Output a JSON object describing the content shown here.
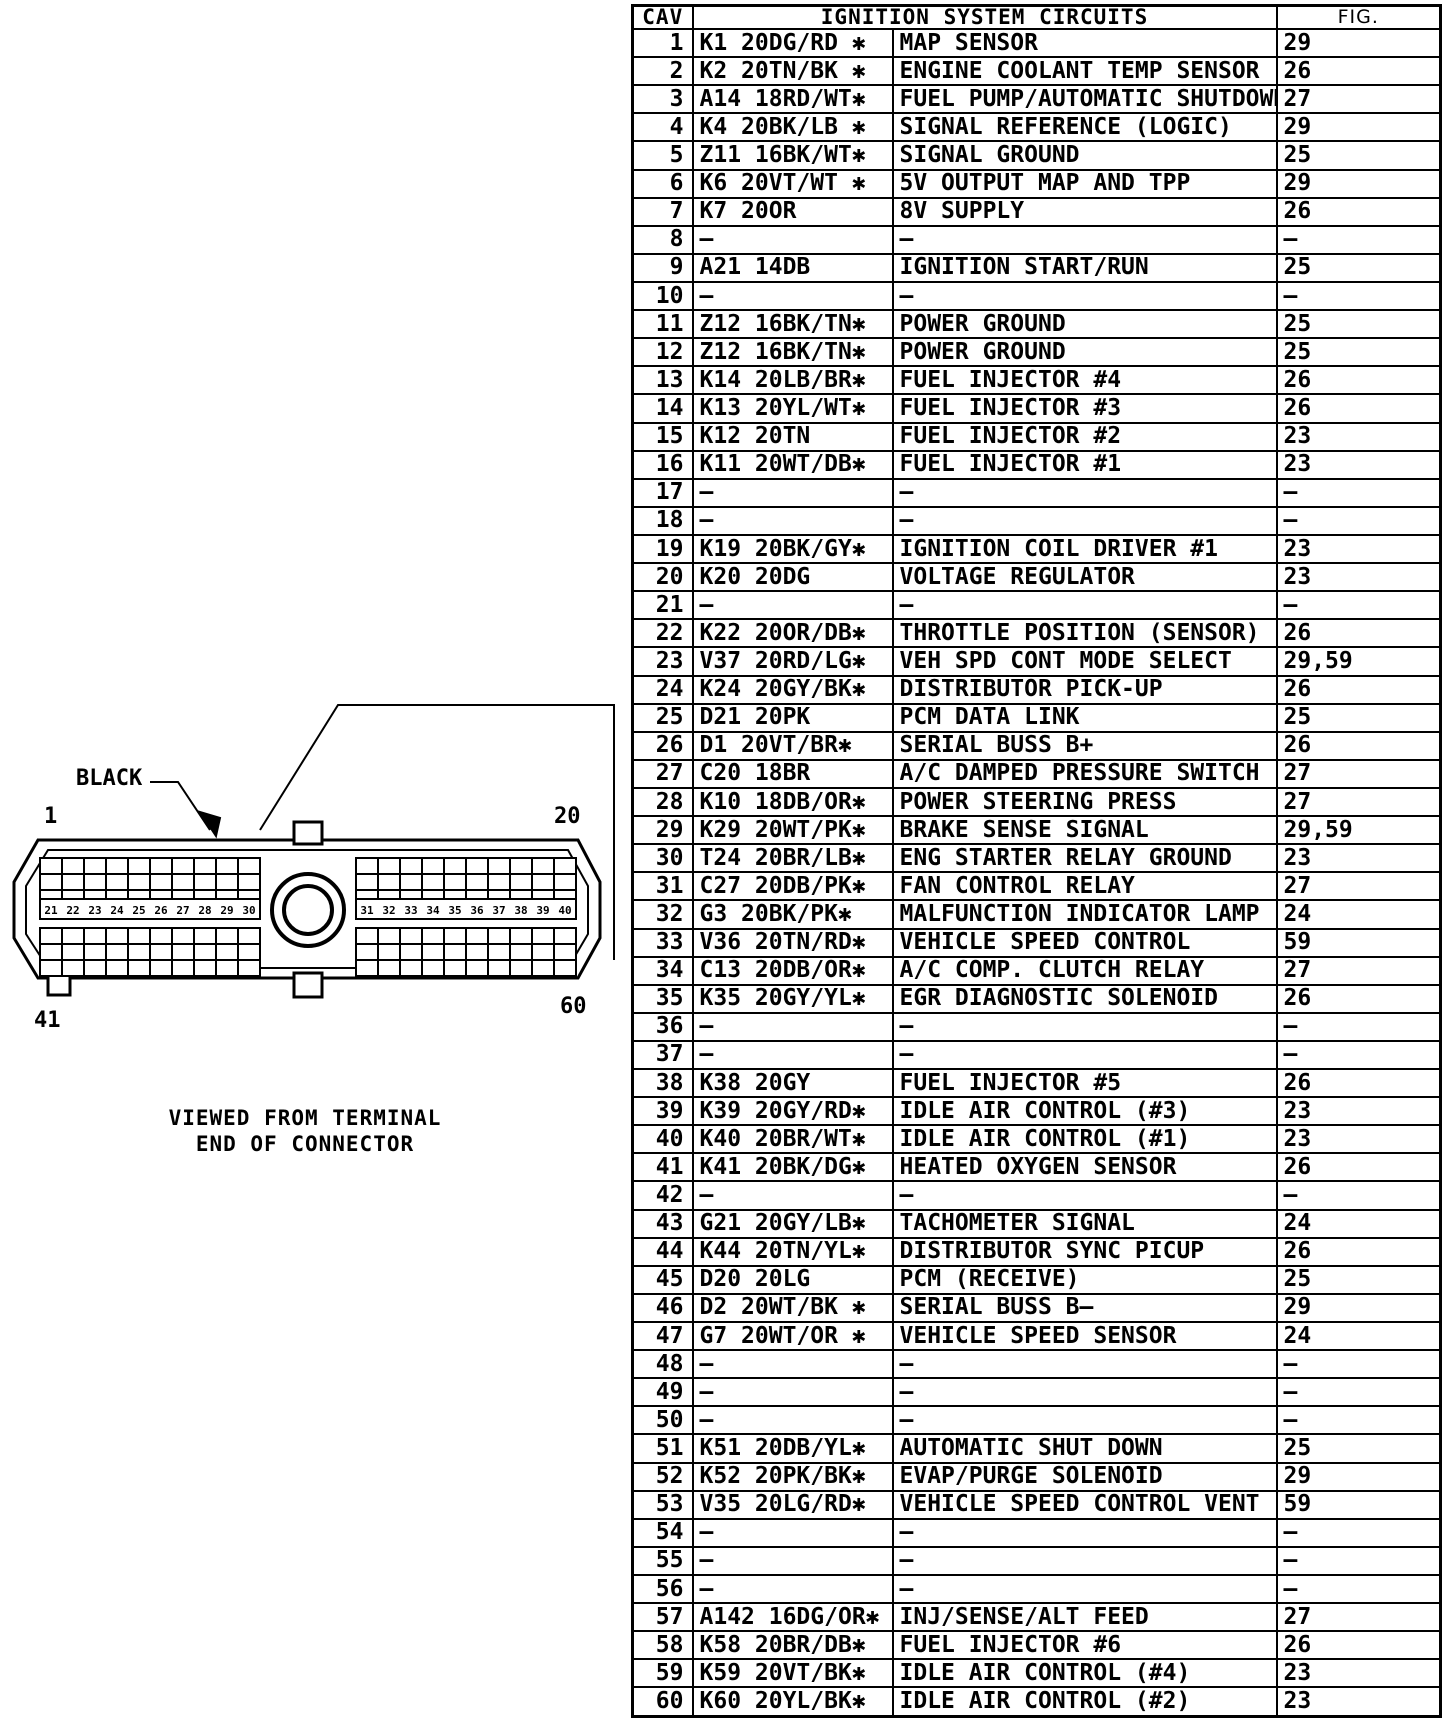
{
  "diagram": {
    "connector_color_label": "BLACK",
    "pin_labels": {
      "top_left": "1",
      "top_right": "20",
      "bottom_left": "41",
      "bottom_right": "60"
    },
    "left_block_numbers": [
      "21",
      "22",
      "23",
      "24",
      "25",
      "26",
      "27",
      "28",
      "29",
      "30"
    ],
    "right_block_numbers": [
      "31",
      "32",
      "33",
      "34",
      "35",
      "36",
      "37",
      "38",
      "39",
      "40"
    ],
    "caption_line1": "VIEWED FROM TERMINAL",
    "caption_line2": "END OF CONNECTOR"
  },
  "table": {
    "headers": {
      "cav": "CAV",
      "circuit": "IGNITION SYSTEM CIRCUITS",
      "fig": "FIG."
    },
    "rows": [
      [
        "1",
        "K1 20DG/RD ✱",
        "MAP SENSOR",
        "29"
      ],
      [
        "2",
        "K2 20TN/BK ✱",
        "ENGINE COOLANT TEMP SENSOR",
        "26"
      ],
      [
        "3",
        "A14 18RD/WT✱",
        "FUEL PUMP/AUTOMATIC SHUTDOWN",
        "27"
      ],
      [
        "4",
        "K4 20BK/LB ✱",
        "SIGNAL REFERENCE (LOGIC)",
        "29"
      ],
      [
        "5",
        "Z11 16BK/WT✱",
        "SIGNAL GROUND",
        "25"
      ],
      [
        "6",
        "K6 20VT/WT ✱",
        "5V OUTPUT MAP AND TPP",
        "29"
      ],
      [
        "7",
        "K7 20OR",
        "8V SUPPLY",
        "26"
      ],
      [
        "8",
        "—",
        "—",
        "—"
      ],
      [
        "9",
        "A21 14DB",
        "IGNITION START/RUN",
        "25"
      ],
      [
        "10",
        "—",
        "—",
        "—"
      ],
      [
        "11",
        "Z12 16BK/TN✱",
        "POWER GROUND",
        "25"
      ],
      [
        "12",
        "Z12 16BK/TN✱",
        "POWER GROUND",
        "25"
      ],
      [
        "13",
        "K14 20LB/BR✱",
        "FUEL INJECTOR #4",
        "26"
      ],
      [
        "14",
        "K13 20YL/WT✱",
        "FUEL INJECTOR #3",
        "26"
      ],
      [
        "15",
        "K12 20TN",
        "FUEL INJECTOR #2",
        "23"
      ],
      [
        "16",
        "K11 20WT/DB✱",
        "FUEL INJECTOR #1",
        "23"
      ],
      [
        "17",
        "—",
        "—",
        "—"
      ],
      [
        "18",
        "—",
        "—",
        "—"
      ],
      [
        "19",
        "K19 20BK/GY✱",
        "IGNITION COIL DRIVER #1",
        "23"
      ],
      [
        "20",
        "K20 20DG",
        "VOLTAGE REGULATOR",
        "23"
      ],
      [
        "21",
        "—",
        "—",
        "—"
      ],
      [
        "22",
        "K22 20OR/DB✱",
        "THROTTLE POSITION (SENSOR)",
        "26"
      ],
      [
        "23",
        "V37 20RD/LG✱",
        "VEH SPD CONT MODE SELECT",
        "29,59"
      ],
      [
        "24",
        "K24 20GY/BK✱",
        "DISTRIBUTOR PICK-UP",
        "26"
      ],
      [
        "25",
        "D21 20PK",
        "PCM DATA LINK",
        "25"
      ],
      [
        "26",
        "D1 20VT/BR✱",
        "SERIAL BUSS B+",
        "26"
      ],
      [
        "27",
        "C20 18BR",
        "A/C DAMPED PRESSURE SWITCH",
        "27"
      ],
      [
        "28",
        "K10 18DB/OR✱",
        "POWER STEERING PRESS",
        "27"
      ],
      [
        "29",
        "K29 20WT/PK✱",
        "BRAKE SENSE SIGNAL",
        "29,59"
      ],
      [
        "30",
        "T24 20BR/LB✱",
        "ENG STARTER RELAY GROUND",
        "23"
      ],
      [
        "31",
        "C27 20DB/PK✱",
        "FAN CONTROL RELAY",
        "27"
      ],
      [
        "32",
        "G3 20BK/PK✱",
        "MALFUNCTION INDICATOR LAMP",
        "24"
      ],
      [
        "33",
        "V36 20TN/RD✱",
        "VEHICLE SPEED CONTROL",
        "59"
      ],
      [
        "34",
        "C13 20DB/OR✱",
        "A/C COMP. CLUTCH RELAY",
        "27"
      ],
      [
        "35",
        "K35 20GY/YL✱",
        "EGR DIAGNOSTIC SOLENOID",
        "26"
      ],
      [
        "36",
        "—",
        "—",
        "—"
      ],
      [
        "37",
        "—",
        "—",
        "—"
      ],
      [
        "38",
        "K38 20GY",
        "FUEL INJECTOR #5",
        "26"
      ],
      [
        "39",
        "K39 20GY/RD✱",
        "IDLE AIR CONTROL (#3)",
        "23"
      ],
      [
        "40",
        "K40 20BR/WT✱",
        "IDLE AIR CONTROL (#1)",
        "23"
      ],
      [
        "41",
        "K41 20BK/DG✱",
        "HEATED OXYGEN SENSOR",
        "26"
      ],
      [
        "42",
        "—",
        "—",
        "—"
      ],
      [
        "43",
        "G21 20GY/LB✱",
        "TACHOMETER SIGNAL",
        "24"
      ],
      [
        "44",
        "K44 20TN/YL✱",
        "DISTRIBUTOR SYNC PICUP",
        "26"
      ],
      [
        "45",
        "D20 20LG",
        "PCM (RECEIVE)",
        "25"
      ],
      [
        "46",
        "D2 20WT/BK ✱",
        "SERIAL BUSS B—",
        "29"
      ],
      [
        "47",
        "G7 20WT/OR ✱",
        "VEHICLE SPEED SENSOR",
        "24"
      ],
      [
        "48",
        "—",
        "—",
        "—"
      ],
      [
        "49",
        "—",
        "—",
        "—"
      ],
      [
        "50",
        "—",
        "—",
        "—"
      ],
      [
        "51",
        "K51 20DB/YL✱",
        "AUTOMATIC SHUT DOWN",
        "25"
      ],
      [
        "52",
        "K52 20PK/BK✱",
        "EVAP/PURGE SOLENOID",
        "29"
      ],
      [
        "53",
        "V35 20LG/RD✱",
        "VEHICLE SPEED CONTROL VENT",
        "59"
      ],
      [
        "54",
        "—",
        "—",
        "—"
      ],
      [
        "55",
        "—",
        "—",
        "—"
      ],
      [
        "56",
        "—",
        "—",
        "—"
      ],
      [
        "57",
        "A142 16DG/OR✱",
        "INJ/SENSE/ALT FEED",
        "27"
      ],
      [
        "58",
        "K58 20BR/DB✱",
        "FUEL INJECTOR #6",
        "26"
      ],
      [
        "59",
        "K59 20VT/BK✱",
        "IDLE AIR CONTROL (#4)",
        "23"
      ],
      [
        "60",
        "K60 20YL/BK✱",
        "IDLE AIR CONTROL (#2)",
        "23"
      ]
    ]
  }
}
